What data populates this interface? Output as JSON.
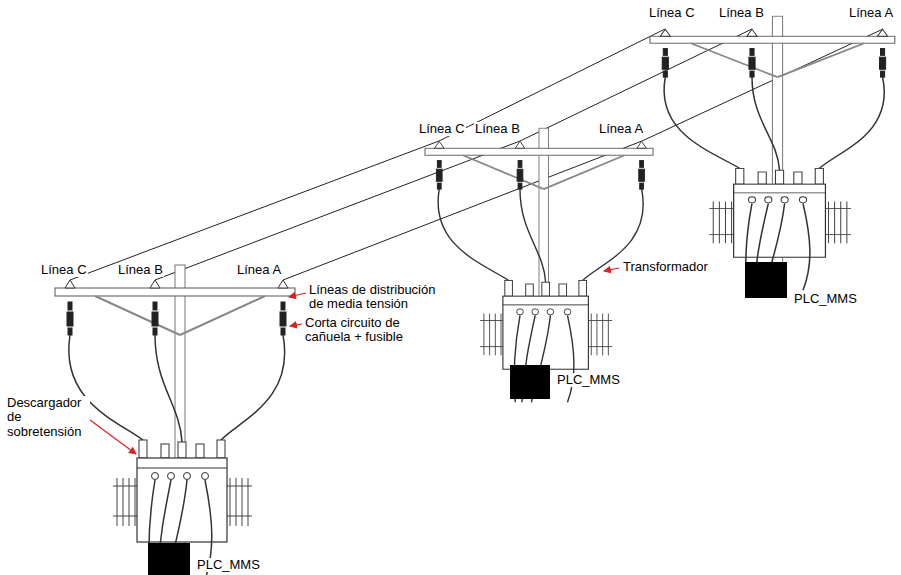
{
  "diagram": {
    "labels": [
      "Línea C",
      "Línea B",
      "Línea A",
      "Línea C",
      "Línea B",
      "Línea A",
      "Transformador",
      "PLC_MMS",
      "Línea C",
      "Línea B",
      "Línea A",
      "Líneas de distribución de media tensión",
      "Corta circuito de cañuela + fusible",
      "PLC_MMS",
      "Descargador de sobretensión",
      "PLC_MMS"
    ]
  }
}
